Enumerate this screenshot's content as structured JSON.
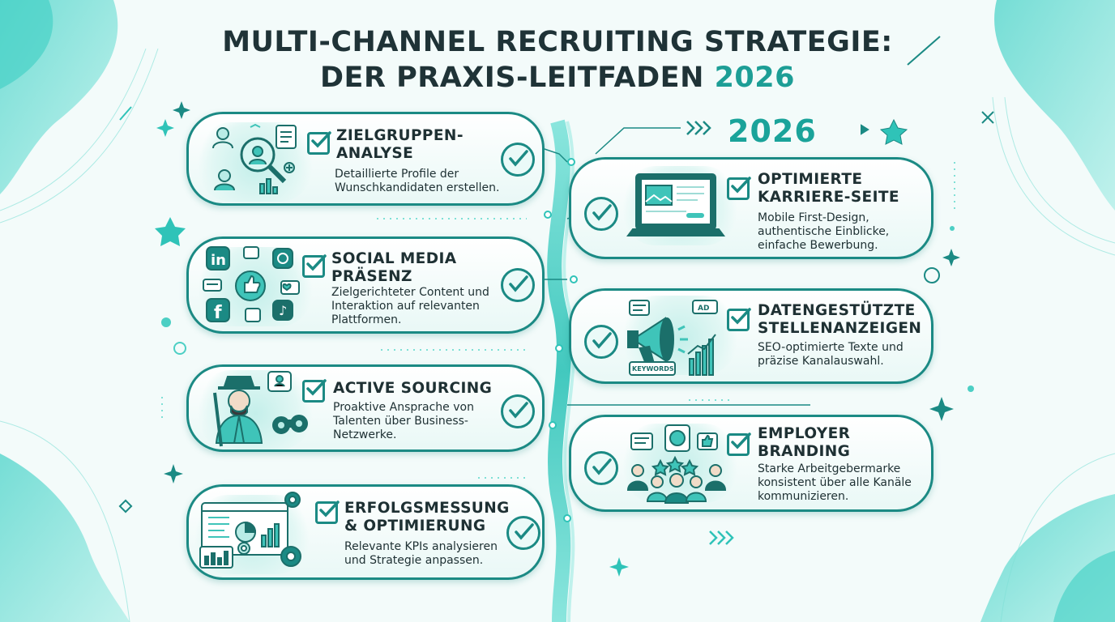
{
  "title": {
    "line1": "MULTI-CHANNEL RECRUITING STRATEGIE:",
    "line2_main": "DER PRAXIS-LEITFADEN ",
    "line2_year": "2026"
  },
  "year_badge": "2026",
  "accent_color": "#1aa39a",
  "steps_left": [
    {
      "title": "ZIELGRUPPEN-\nANALYSE",
      "description": "Detaillierte Profile der\nWunschkandidaten erstellen.",
      "icon": "persona-magnifier-icon"
    },
    {
      "title": "SOCIAL MEDIA\nPRÄSENZ",
      "description": "Zielgerichteter Content und\nInteraktion auf relevanten\nPlattformen.",
      "icon": "social-media-icon"
    },
    {
      "title": "ACTIVE SOURCING",
      "description": "Proaktive Ansprache von\nTalenten über Business-\nNetzwerke.",
      "icon": "detective-binoculars-icon"
    },
    {
      "title": "ERFOLGSMESSUNG\n& OPTIMIERUNG",
      "description": "Relevante KPIs analysieren\nund Strategie anpassen.",
      "icon": "analytics-dashboard-icon"
    }
  ],
  "steps_right": [
    {
      "title": "OPTIMIERTE\nKARRIERE-SEITE",
      "description": "Mobile First-Design,\nauthentische Einblicke,\neinfache Bewerbung.",
      "icon": "laptop-icon"
    },
    {
      "title": "DATENGESTÜTZTE\nSTELLENANZEIGEN",
      "description": "SEO-optimierte Texte und\npräzise Kanalauswahl.",
      "icon": "megaphone-icon"
    },
    {
      "title": "EMPLOYER\nBRANDING",
      "description": "Starke Arbeitgebermarke\nkonsistent über alle Kanäle\nkommunizieren.",
      "icon": "team-brand-icon"
    }
  ],
  "illustration_labels": {
    "keywords": "KEYWORDS",
    "ad": "AD",
    "social_linkedin": "in",
    "social_facebook": "f"
  }
}
